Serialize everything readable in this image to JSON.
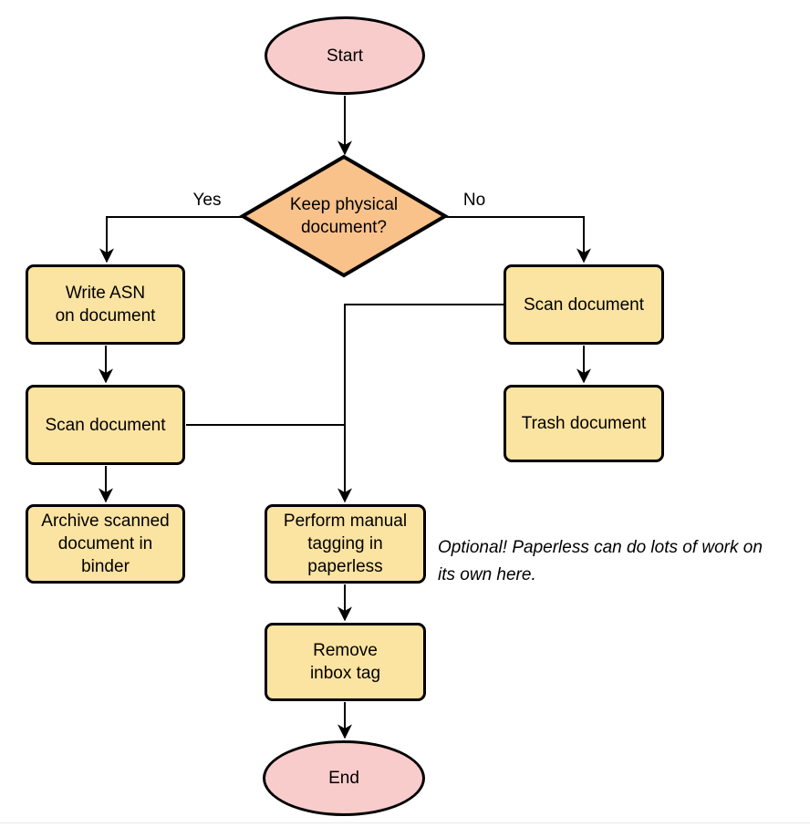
{
  "palette": {
    "terminator_fill": "#f9cccc",
    "decision_fill": "#f9c28b",
    "process_fill": "#fbe3a1",
    "stroke": "#000000"
  },
  "nodes": {
    "start": {
      "label": "Start"
    },
    "decision": {
      "label": "Keep physical\ndocument?"
    },
    "write_asn": {
      "label": "Write ASN\non document"
    },
    "scan_left": {
      "label": "Scan document"
    },
    "archive": {
      "label": "Archive scanned\ndocument in\nbinder"
    },
    "scan_right": {
      "label": "Scan document"
    },
    "trash": {
      "label": "Trash document"
    },
    "perform_tagging": {
      "label": "Perform manual\ntagging in\npaperless"
    },
    "remove_inbox": {
      "label": "Remove\ninbox tag"
    },
    "end": {
      "label": "End"
    }
  },
  "edge_labels": {
    "yes": "Yes",
    "no": "No"
  },
  "note": {
    "text": "Optional! Paperless can do lots of work on\nits own here."
  }
}
